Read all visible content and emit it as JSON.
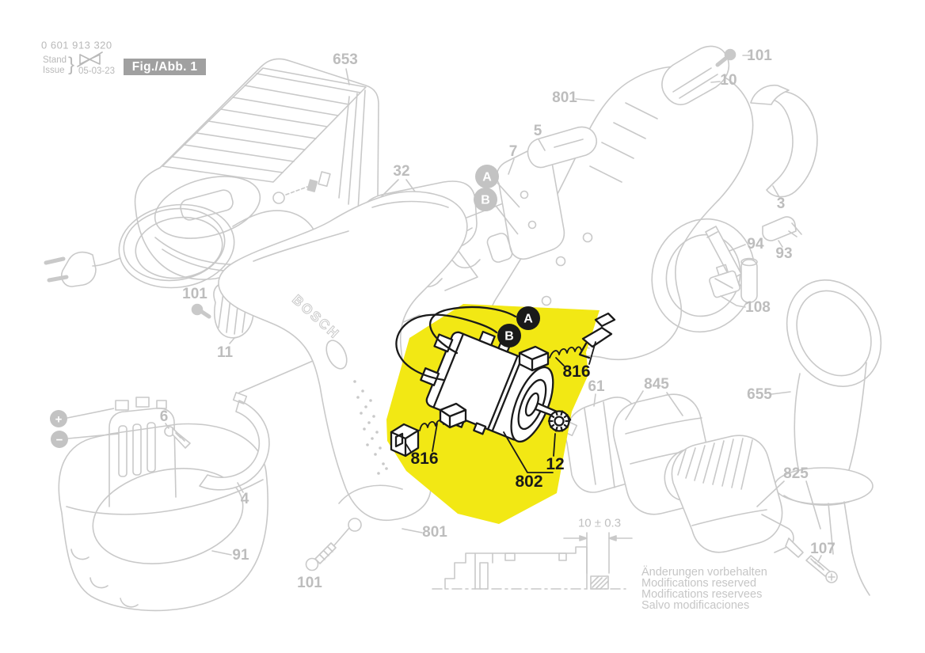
{
  "header": {
    "part_number": "0 601 913 320",
    "stand_label": "Stand",
    "issue_label": "Issue",
    "brace": "}",
    "revision_date": "05-03-23",
    "figure_badge": "Fig./Abb. 1"
  },
  "brand_text": "BOSCH",
  "dimension_note": "10 ± 0.3",
  "markers": {
    "selector_a": "A",
    "selector_b": "B",
    "motor_a": "A",
    "motor_b": "B",
    "plus": "+",
    "minus": "−"
  },
  "callouts": {
    "charger_653": "653",
    "cover_32": "32",
    "screw_top_right_101": "101",
    "release_10": "10",
    "housing_right_801": "801",
    "button_5": "5",
    "switch_7": "7",
    "cap_3": "3",
    "spindle_94": "94",
    "bit_93": "93",
    "tube_108": "108",
    "stand_655": "655",
    "gear_rear_61": "61",
    "gearbox_845": "845",
    "chuck_825": "825",
    "screw_107": "107",
    "screw_mid_left_101": "101",
    "vent_11": "11",
    "screw_6": "6",
    "ring_4": "4",
    "battery_91": "91",
    "screw_bottom_left_101": "101",
    "housing_bottom_801": "801",
    "brush_right_816": "816",
    "brush_left_816": "816",
    "motor_802": "802",
    "pinion_12": "12"
  },
  "footer_notes": {
    "line1": "Änderungen vorbehalten",
    "line2": "Modifications reserved",
    "line3": "Modifications reservees",
    "line4": "Salvo modificaciones"
  },
  "colors": {
    "highlight_yellow": "#F2E814",
    "diagram_gray": "#c9c9c9",
    "label_gray": "#bdbdbd",
    "ink_black": "#1a1a1a",
    "badge_gray": "#a0a0a0"
  }
}
